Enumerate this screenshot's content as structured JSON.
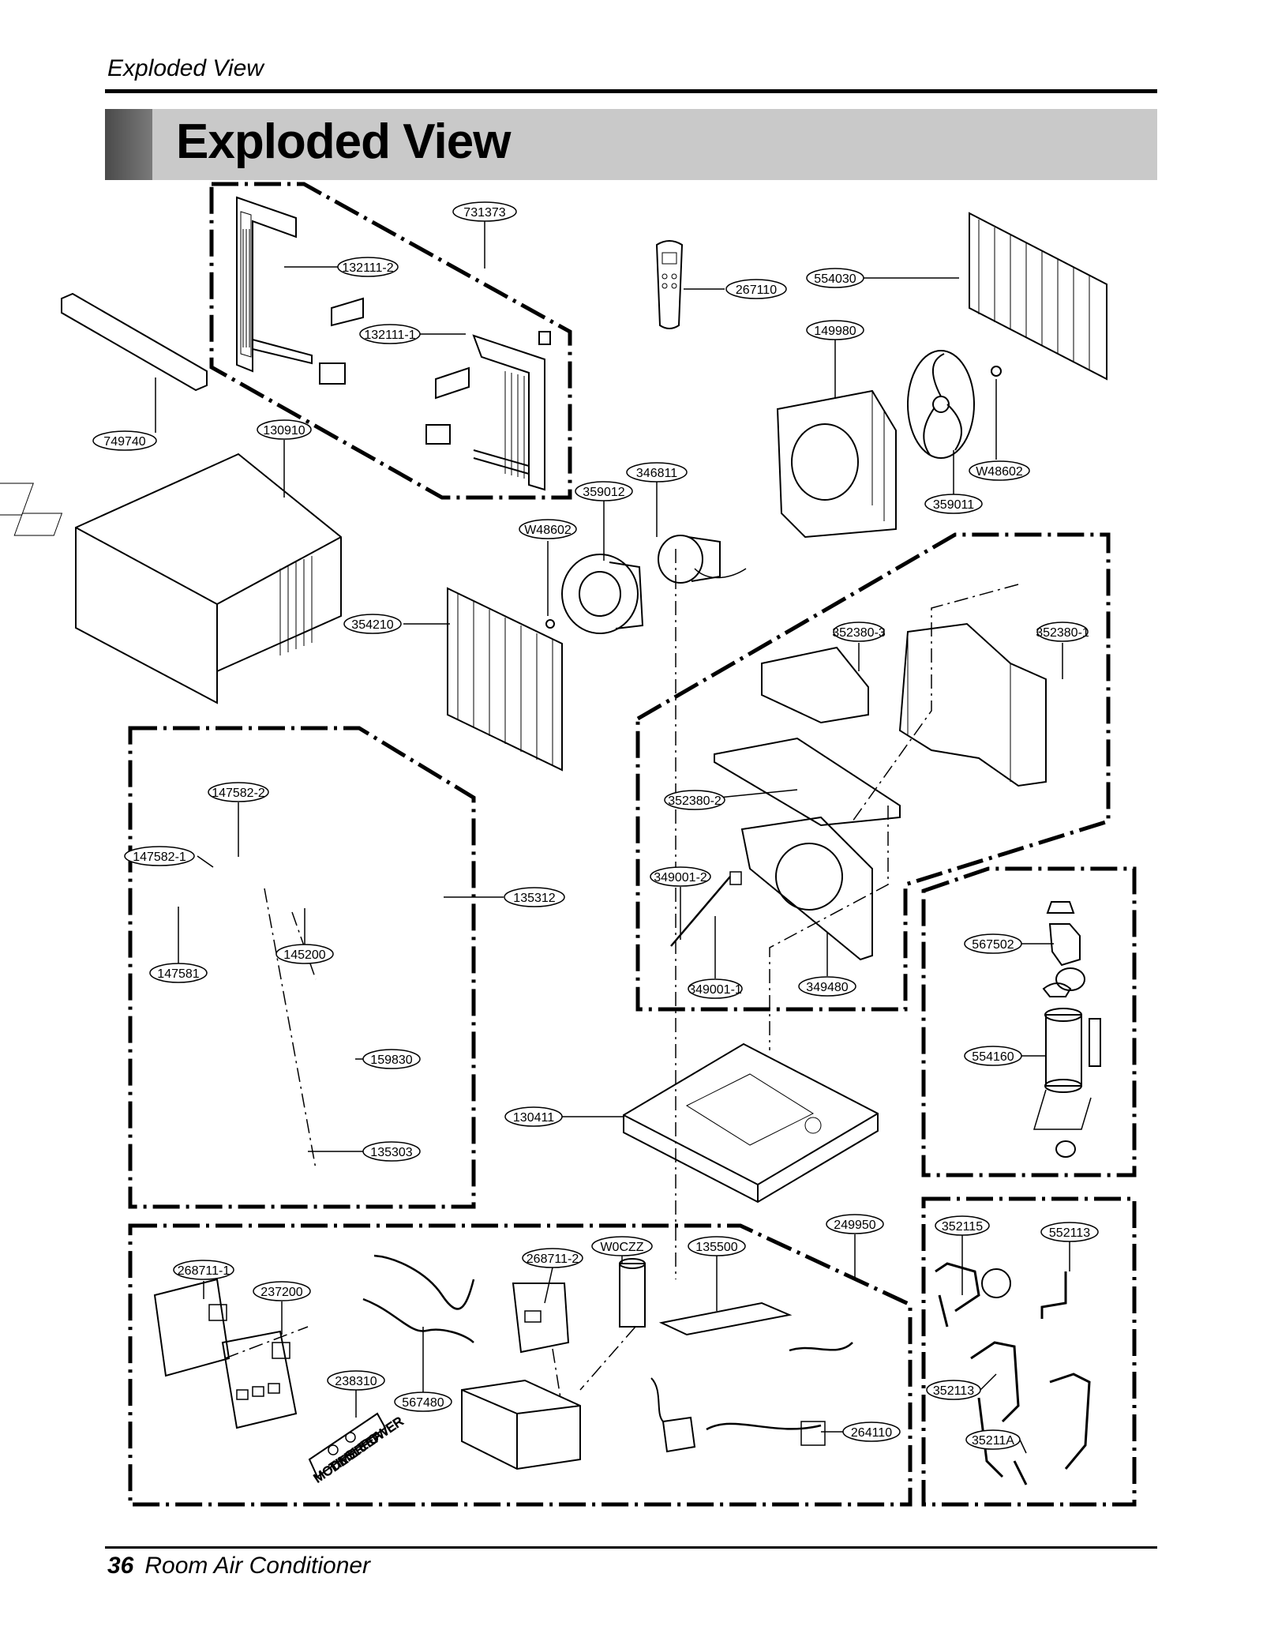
{
  "header": {
    "running_title": "Exploded View",
    "title": "Exploded View"
  },
  "footer": {
    "page_number": "36",
    "doc_title": "Room Air Conditioner"
  },
  "part_labels": [
    "731373",
    "132111-2",
    "132111-1",
    "267110",
    "554030",
    "149980",
    "749740",
    "130910",
    "346811",
    "359012",
    "W48602",
    "W48602",
    "359011",
    "354210",
    "352380-3",
    "352380-1",
    "147582-2",
    "147582-1",
    "135312",
    "352380-2",
    "349001-2",
    "145200",
    "147581",
    "567502",
    "349001-1",
    "349480",
    "159830",
    "554160",
    "130411",
    "135303",
    "249950",
    "352115",
    "552113",
    "W0CZZ",
    "135500",
    "268711-2",
    "268711-1",
    "237200",
    "238310",
    "567480",
    "352113",
    "35211A",
    "264110"
  ],
  "control_panel_labels": [
    "MODE",
    "TIMER",
    "SLEEP",
    "POWER"
  ]
}
